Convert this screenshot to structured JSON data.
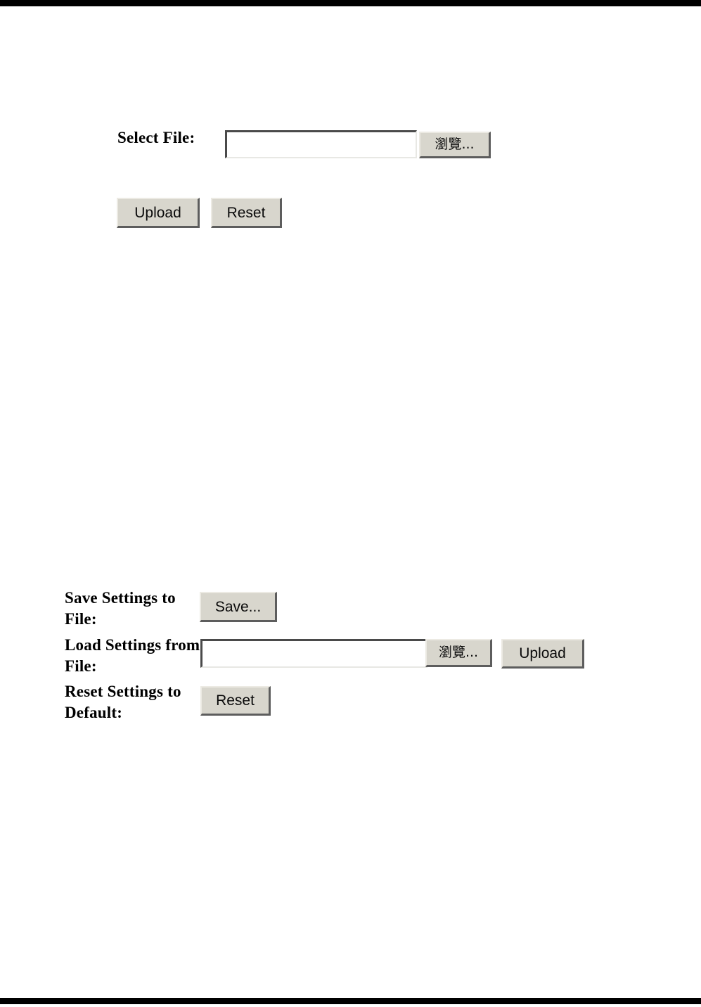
{
  "page": {
    "top_rule": "horizontal-rule",
    "bottom_rule": "horizontal-rule"
  },
  "upload_section": {
    "select_file": {
      "label": "Select File:",
      "input_value": "",
      "input_placeholder": "",
      "browse_label": "瀏覽..."
    },
    "actions": {
      "upload_label": "Upload",
      "reset_label": "Reset"
    }
  },
  "settings_section": {
    "rows": [
      {
        "label": "Save Settings to File:",
        "button_label": "Save..."
      },
      {
        "label": "Load Settings from File:",
        "input_value": "",
        "input_placeholder": "",
        "browse_label": "瀏覽...",
        "upload_label": "Upload"
      },
      {
        "label": "Reset Settings to Default:",
        "button_label": "Reset"
      }
    ]
  },
  "colors": {
    "page_background": "#ffffff",
    "text": "#000000",
    "button_face": "#d8d6cd",
    "button_highlight": "#eceae3",
    "button_shadow": "#5d5d5d",
    "input_border_dark": "#4a4a4a",
    "input_border_light": "#e8e8e4",
    "rule": "#000000"
  }
}
